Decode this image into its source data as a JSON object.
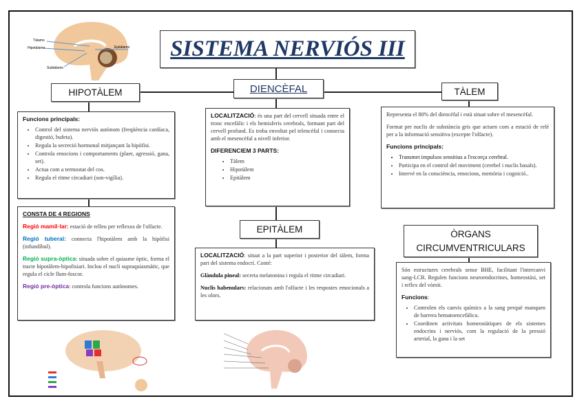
{
  "title": "SISTEMA NERVIÓS III",
  "diencefal": "DIENCÈFAL",
  "hipotalem": {
    "header": "HIPOTÀLEM",
    "functions_title": "Funcions principals:",
    "functions": [
      "Control del sistema nerviós autònom (freqüència cardíaca, digestió, bufeta).",
      "Regula la secreció hormonal mitjançant la hipòfisi.",
      "Controla emocions i comportaments (plaer, agressió, gana, set).",
      "Actua com a termostat del cos.",
      "Regula el ritme circadiari (son-vigília)."
    ],
    "regions_title": "CONSTA DE 4 REGIONS",
    "regions": [
      {
        "name": "Regió mamil·lar:",
        "text": " estació de relleu per reflexos de l'olfacte.",
        "color": "#ff0000"
      },
      {
        "name": "Regió tuberal:",
        "text": " connecta l'hipotàlem amb la hipòfisi (infundíbul).",
        "color": "#0070c0"
      },
      {
        "name": "Regió supra-òptica",
        "text": ": situada sobre el quiasme òptic, forma el tracte hipotàlem-hipofisiari. Inclou el nucli supraquiasmàtic, que regula el cicle llum-foscor.",
        "color": "#00b050"
      },
      {
        "name": "Regió pre-òptica",
        "text": ": controla funcions autònomes.",
        "color": "#7030a0"
      }
    ]
  },
  "diencefal_box": {
    "loc_label": "LOCALITZACIÓ",
    "loc_text": ": és una part del cervell situada entre el tronc encefàlic i els hemisferis cerebrals, formant part del cervell profund. Es troba envoltat pel telencèfal i connecta amb el mesencèfal a nivell inferior.",
    "parts_title": "DIFERENCIEM 3 PARTS:",
    "parts": [
      "Tàlem",
      "Hipotàlem",
      "Epitàlem"
    ]
  },
  "epitalem": {
    "header": "EPITÀLEM",
    "loc_label": "LOCALITZACIÓ",
    "loc_text": ":  situat a la part superior i posterior del tàlem, forma part del sistema endocrí. Conté:",
    "pineal_label": "Glàndula pineal:",
    "pineal_text": " secreta melatonina i regula el ritme circadiari.",
    "habenular_label": "Nuclis habenulars:",
    "habenular_text": " relacionats amb l'olfacte i les respostes emocionals a les olors."
  },
  "talem": {
    "header": "TÀLEM",
    "p1": "Representa el 80% del diencèfal i està situat sobre el mesencèfal.",
    "p2": "Format per nuclis de substància gris que actuen com a estació de relé per a la informació sensitiva (excepte l'olfacte).",
    "functions_title": "Funcions principals:",
    "functions": [
      "Transmet impulsos sensitius a l'escorça cerebral.",
      "Participa en el control del moviment (cerebel i nuclis basals).",
      "Intervé en la consciència, emocions, memòria i cognició.."
    ]
  },
  "organs": {
    "header": "ÒRGANS CIRCUMVENTRICULARS",
    "p1": "Són estructures cerebrals sense BHE, facilitant l'intercanvi sang-LCR. Regulen funcions neuroendocrines, homeostàsi, set i reflex del vòmit.",
    "functions_title": "Funcions",
    "functions": [
      "Controlen els canvis químics a la sang perquè manquen de barrera hematoencefàlica.",
      "Coordinen activitats homeostàtiques de els sistemes endocrins i nerviós, com la regulació de la pressió arterial, la gana i la set"
    ]
  },
  "brain_labels": [
    "Tàlamo",
    "Hipotálamo",
    "Subtálamo",
    "Epitálamo"
  ]
}
